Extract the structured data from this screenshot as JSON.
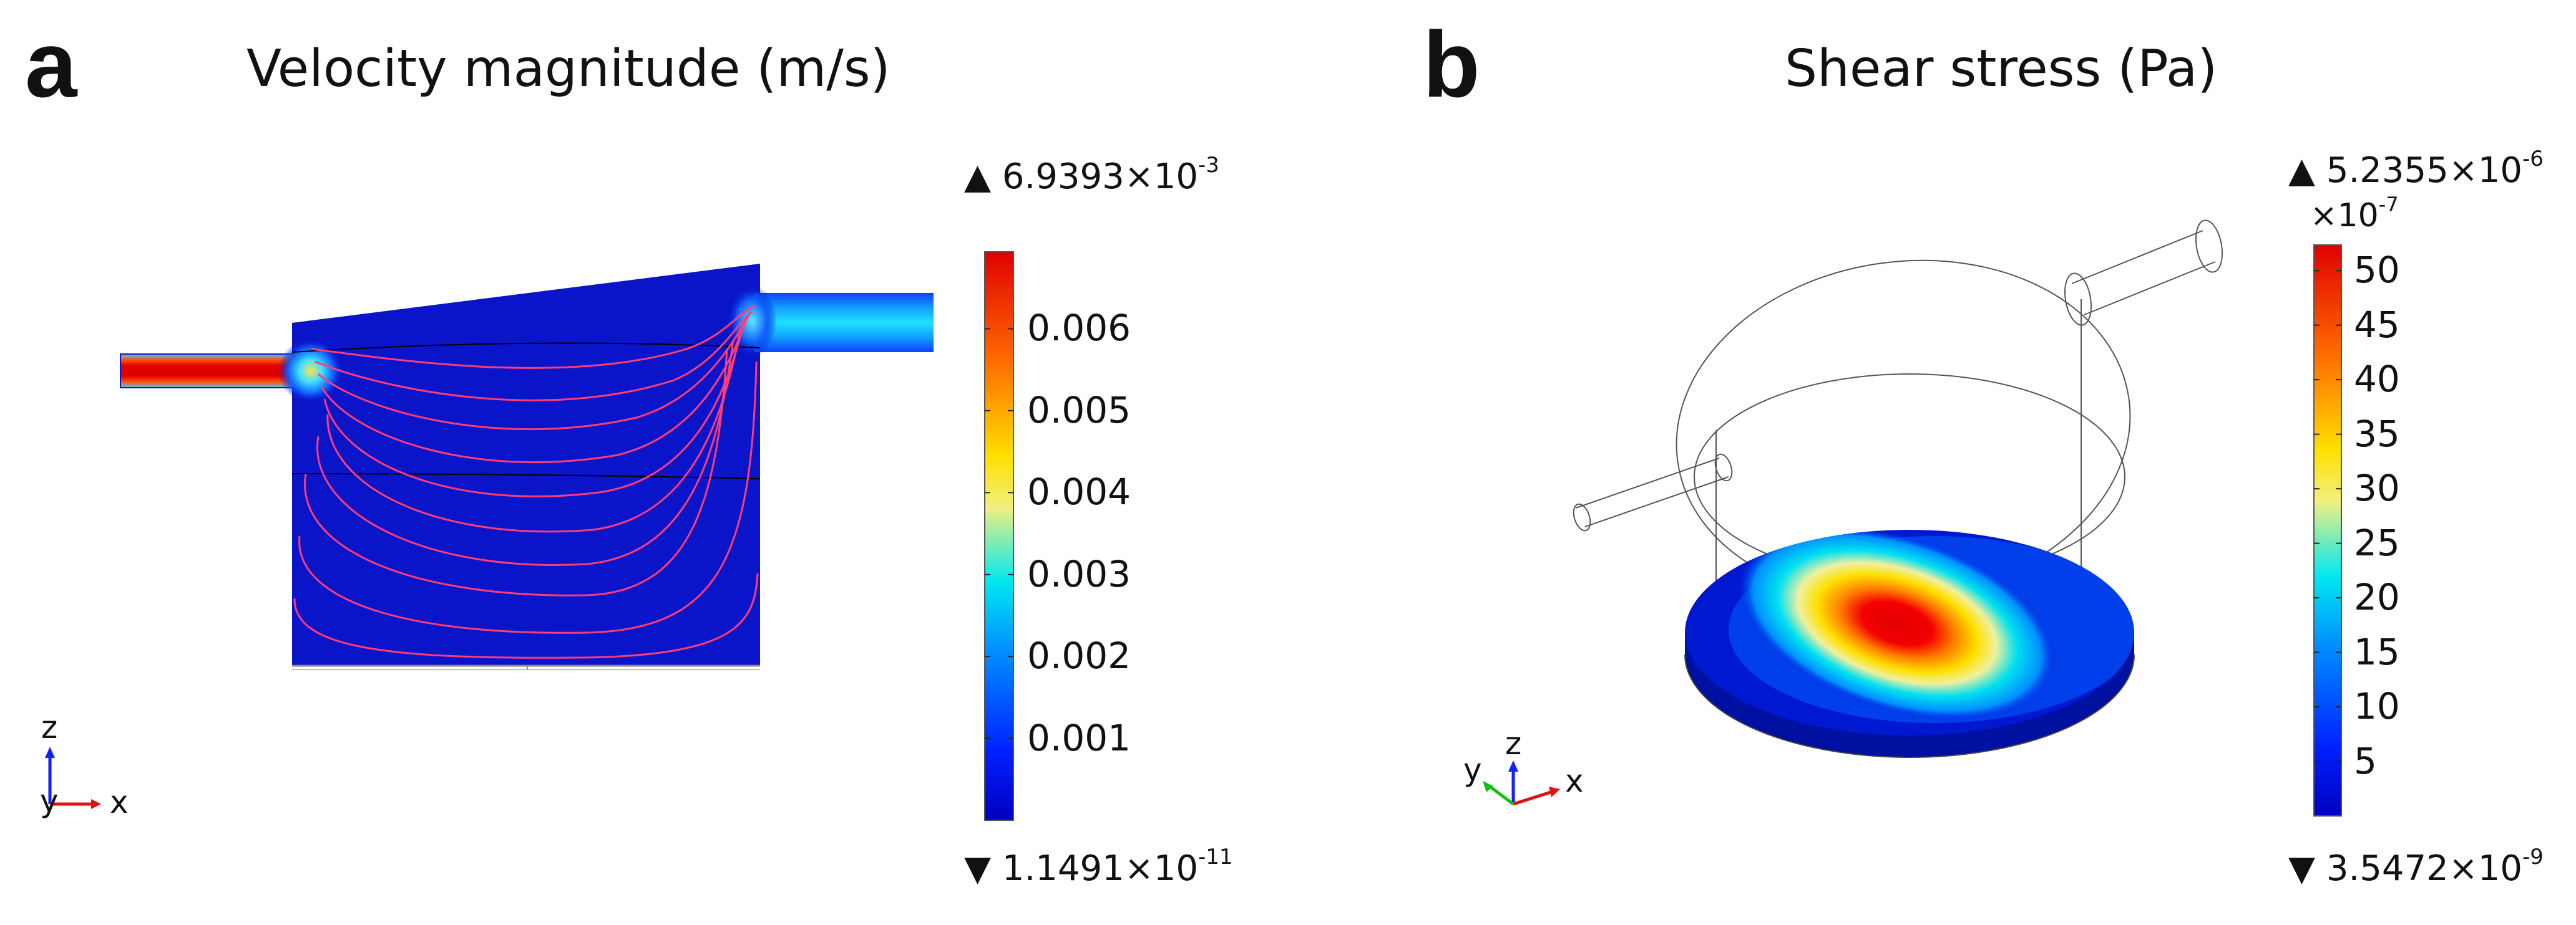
{
  "panel_a": {
    "letter": "a",
    "title": "Velocity magnitude (m/s)",
    "max_prefix": "▲ 6.9393×10",
    "max_exp": "-3",
    "min_prefix": "▼ 1.1491×10",
    "min_exp": "-11",
    "ticks": [
      "0.006",
      "0.005",
      "0.004",
      "0.003",
      "0.002",
      "0.001"
    ],
    "tick_values": [
      0.006,
      0.005,
      0.004,
      0.003,
      0.002,
      0.001
    ],
    "range": [
      0,
      0.0069393
    ],
    "axis": {
      "vertical": "z",
      "depth": "y",
      "horizontal": "x"
    }
  },
  "panel_b": {
    "letter": "b",
    "title": "Shear stress (Pa)",
    "max_prefix": "▲ 5.2355×10",
    "max_exp": "-6",
    "multiplier_prefix": "×10",
    "multiplier_exp": "-7",
    "min_prefix": "▼ 3.5472×10",
    "min_exp": "-9",
    "ticks": [
      "50",
      "45",
      "40",
      "35",
      "30",
      "25",
      "20",
      "15",
      "10",
      "5"
    ],
    "tick_values": [
      50,
      45,
      40,
      35,
      30,
      25,
      20,
      15,
      10,
      5
    ],
    "range": [
      0,
      52.355
    ],
    "axis": {
      "vertical": "z",
      "depth": "y",
      "horizontal": "x"
    }
  },
  "colors": {
    "flow_blue": "#0a14c8",
    "jet_red": "#e81010",
    "streamline": "#ff3c78",
    "edge": "#555555"
  }
}
